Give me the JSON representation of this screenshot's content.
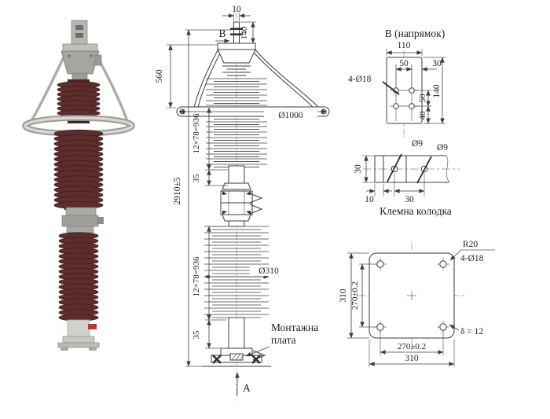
{
  "side_view": {
    "dim_pad_width": "10",
    "view_b_label": "В",
    "dim_pad_height": "140",
    "dim_top_section": "560",
    "dim_ring_diameter": "Ø1000",
    "dim_upper_sheds": "12×78=936",
    "dim_upper_end": "35",
    "dim_total_height": "2910±5",
    "dim_shed_diameter": "Ø310",
    "dim_lower_sheds": "12×78=936",
    "dim_lower_end": "35",
    "mounting_plate_line1": "Монтажна",
    "mounting_plate_line2": "плата",
    "view_a_label": "А"
  },
  "view_b": {
    "title": "В (напрямок)",
    "dim_width": "110",
    "dim_hole_spacing": "50",
    "dim_side_margin": "30",
    "holes_label": "4-Ø18",
    "dim_vert_spacing": "50",
    "dim_vert_margin": "40",
    "dim_height": "140"
  },
  "terminal_block": {
    "caption": "Клемна колодка",
    "hole_left_label": "Ø9",
    "hole_right_label": "Ø9",
    "dim_height": "30",
    "dim_edge_offset": "10",
    "dim_hole_spacing": "30"
  },
  "base_plate": {
    "corner_radius_label": "R20",
    "holes_label": "4-Ø18",
    "dim_outer_height": "310",
    "dim_inner_height": "270±0.2",
    "dim_inner_width": "270±0.2",
    "dim_outer_width": "310",
    "thickness_label": "δ = 12"
  },
  "colors": {
    "line": "#3c3c3c",
    "porcelain": "#5d2c2c",
    "porcelain_dark": "#3a1a1a",
    "metal": "#a9a9a3",
    "ring_metal": "#cdcdc7",
    "valve_red": "#b23a34"
  }
}
